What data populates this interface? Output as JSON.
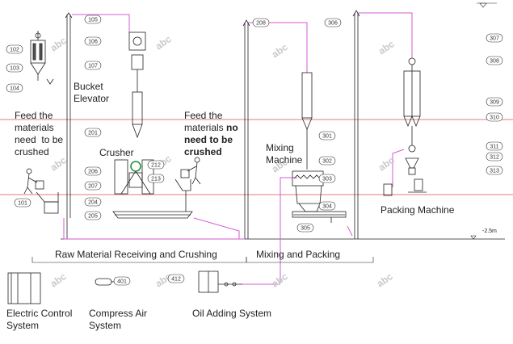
{
  "labels": {
    "feed_crushed": "Feed the\nmaterials\nneed  to be\ncrushed",
    "bucket_elevator": "Bucket\nElevator",
    "feed_not_line1": "Feed the",
    "feed_not_line2_a": "materials ",
    "feed_not_line2_b": "no",
    "feed_not_line3": "need to be",
    "feed_not_line4": "crushed",
    "crusher": "Crusher",
    "mixing_machine": "Mixing\nMachine",
    "packing_machine": "Packing Machine",
    "raw_section": "Raw Material Receiving and Crushing",
    "mixing_section": "Mixing and Packing",
    "electric_control": "Electric Control\nSystem",
    "compress_air": "Compress Air\nSystem",
    "oil_adding": "Oil Adding System",
    "level": "-2.5m"
  },
  "tags": [
    {
      "id": "t102",
      "text": "102"
    },
    {
      "id": "t103",
      "text": "103"
    },
    {
      "id": "t104",
      "text": "104"
    },
    {
      "id": "t105",
      "text": "105"
    },
    {
      "id": "t106",
      "text": "106"
    },
    {
      "id": "t107",
      "text": "107"
    },
    {
      "id": "t201",
      "text": "201"
    },
    {
      "id": "t206",
      "text": "206"
    },
    {
      "id": "t207",
      "text": "207"
    },
    {
      "id": "t204",
      "text": "204"
    },
    {
      "id": "t205",
      "text": "205"
    },
    {
      "id": "t212",
      "text": "212"
    },
    {
      "id": "t213",
      "text": "213"
    },
    {
      "id": "t101",
      "text": "101"
    },
    {
      "id": "t208",
      "text": "208"
    },
    {
      "id": "t306",
      "text": "306"
    },
    {
      "id": "t301",
      "text": "301"
    },
    {
      "id": "t302",
      "text": "302"
    },
    {
      "id": "t303",
      "text": "303"
    },
    {
      "id": "t304",
      "text": "304"
    },
    {
      "id": "t305",
      "text": "305"
    },
    {
      "id": "t307",
      "text": "307"
    },
    {
      "id": "t308",
      "text": "308"
    },
    {
      "id": "t309",
      "text": "309"
    },
    {
      "id": "t310",
      "text": "310"
    },
    {
      "id": "t311",
      "text": "311"
    },
    {
      "id": "t312",
      "text": "312"
    },
    {
      "id": "t313",
      "text": "313"
    },
    {
      "id": "t401",
      "text": "401"
    },
    {
      "id": "t412",
      "text": "412"
    }
  ],
  "watermark": "abc",
  "colors": {
    "pipe": "#d65bd0",
    "level_line": "#d9534f",
    "line": "#222"
  }
}
